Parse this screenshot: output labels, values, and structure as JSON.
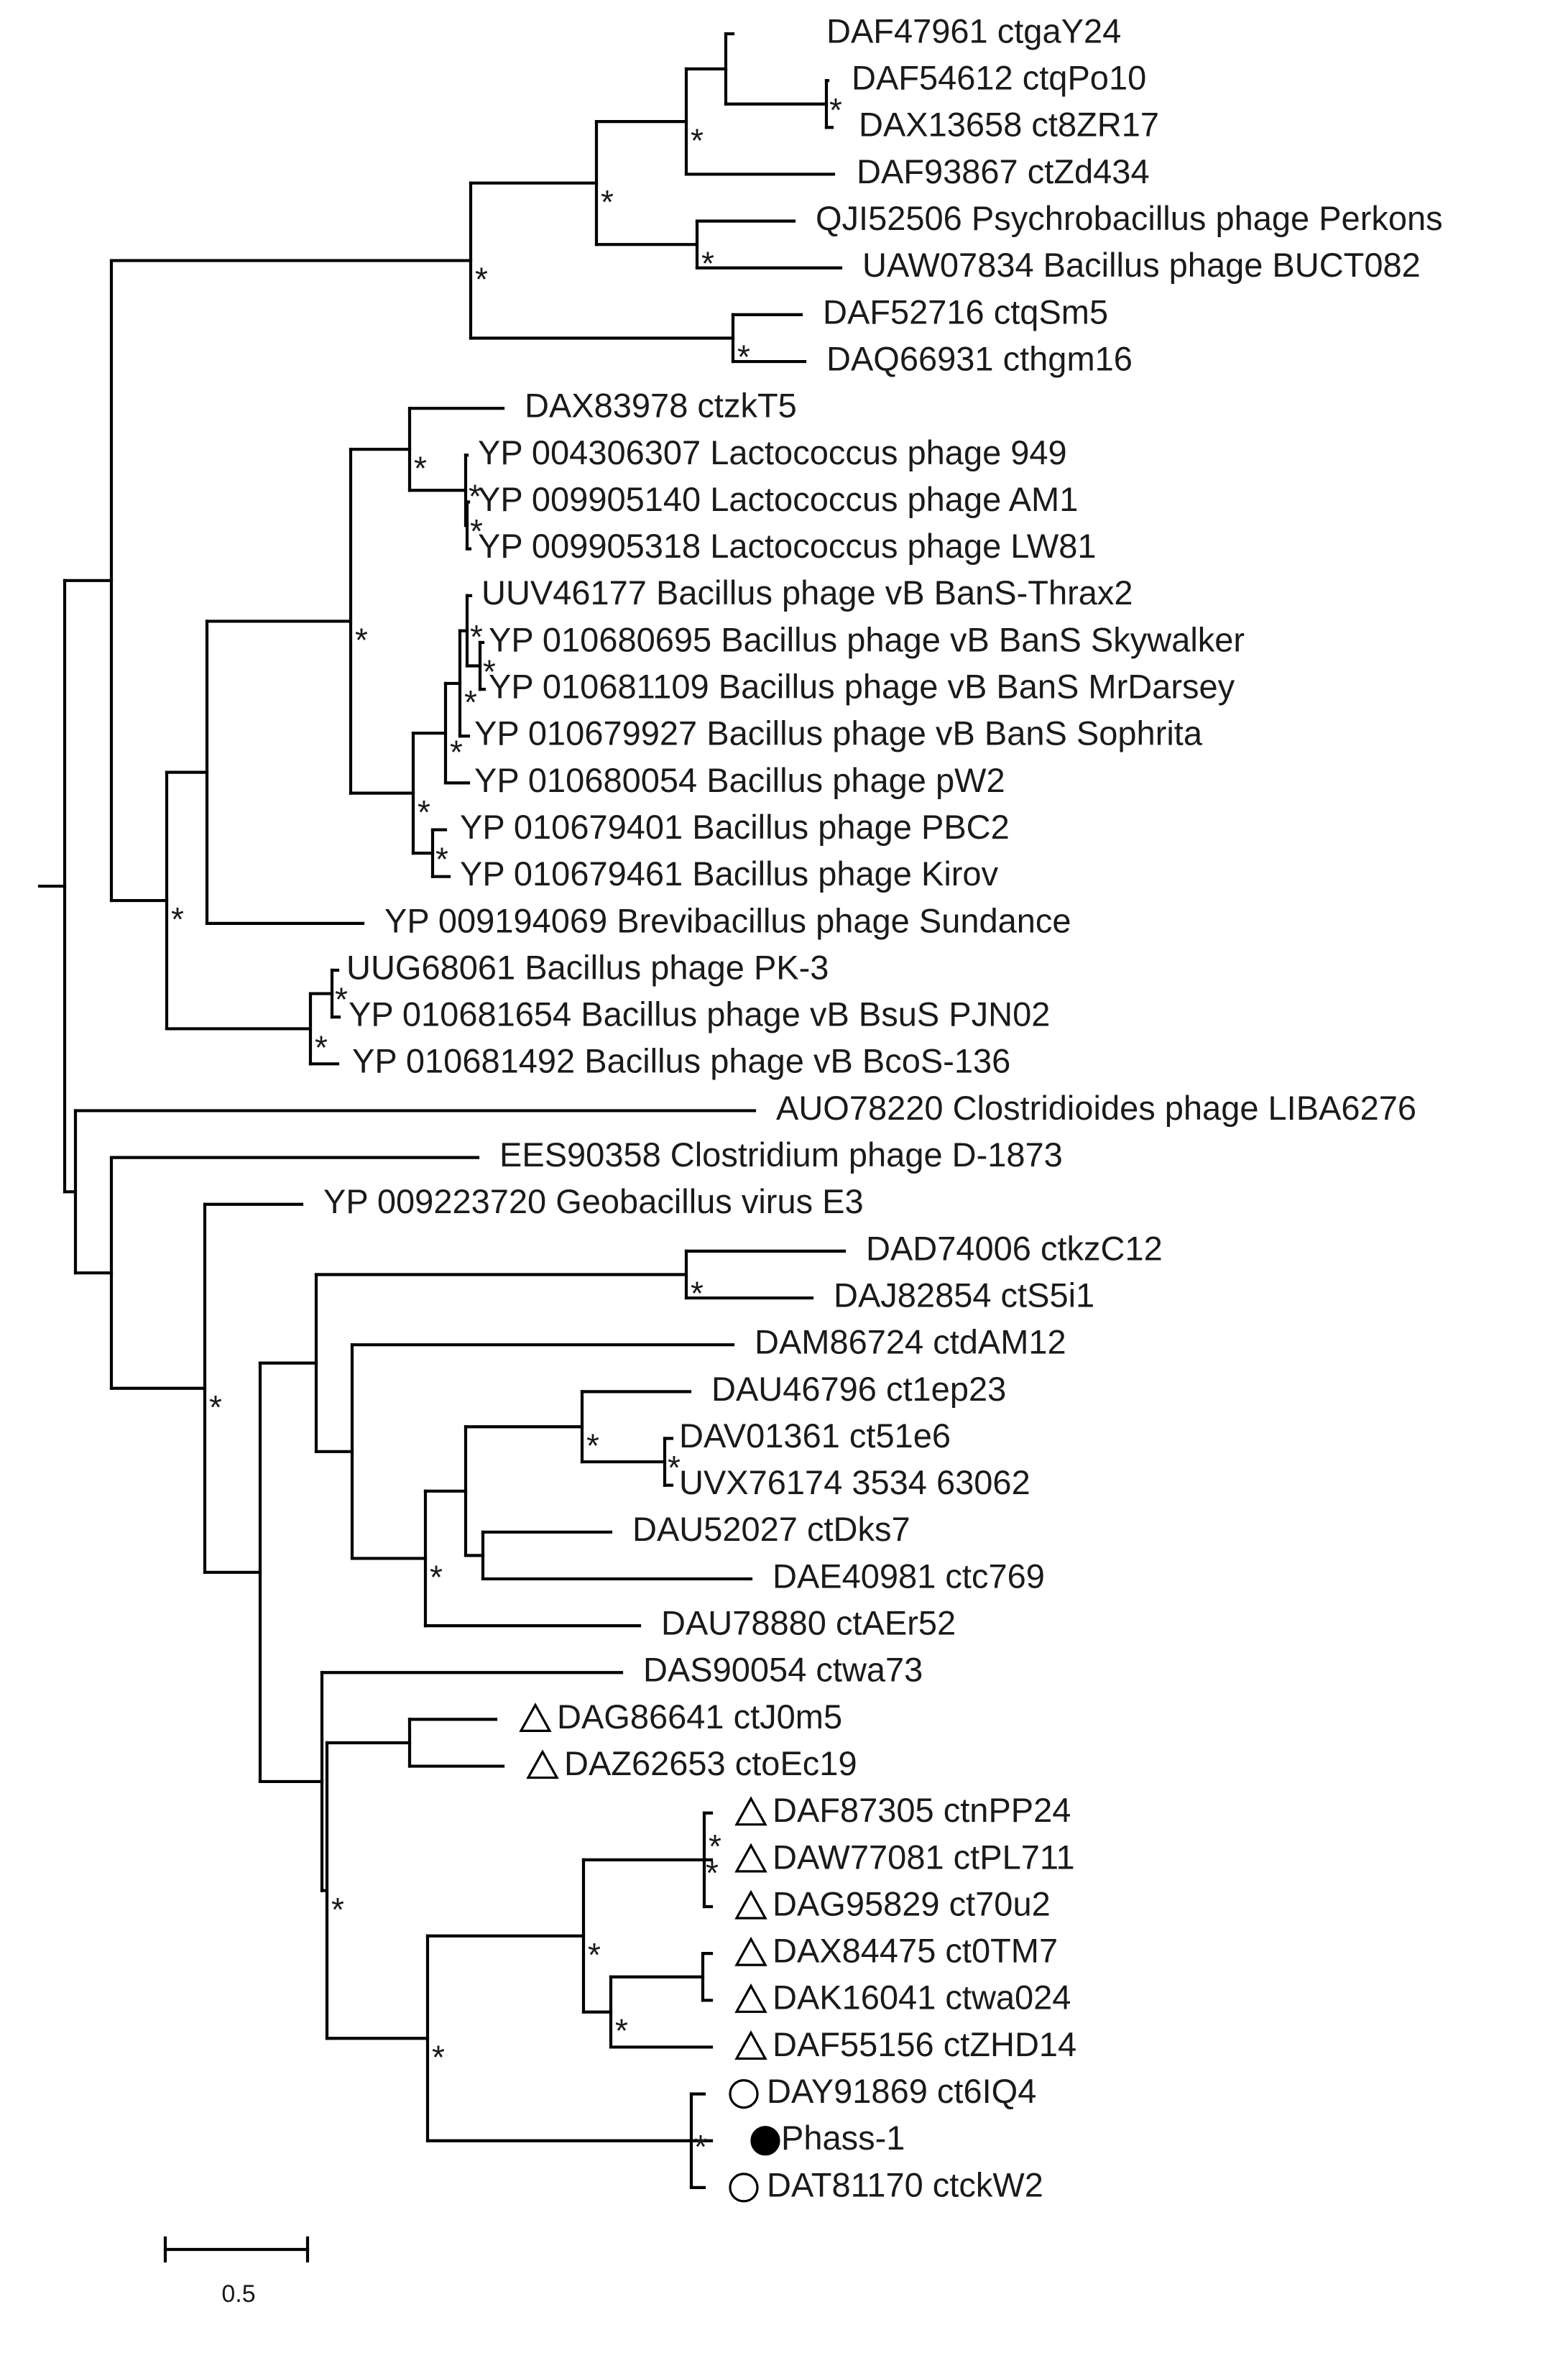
{
  "marker_colors": {
    "line": "#000000",
    "text": "#1a1a1a"
  },
  "taxa": {
    "t1": "DAF47961 ctgaY24",
    "t2": "DAF54612 ctqPo10",
    "t3": "DAX13658 ct8ZR17",
    "t4": "DAF93867 ctZd434",
    "t5": "QJI52506 Psychrobacillus phage Perkons",
    "t6": "UAW07834 Bacillus phage BUCT082",
    "t7": "DAF52716 ctqSm5",
    "t8": "DAQ66931 cthgm16",
    "t9": "DAX83978 ctzkT5",
    "t10": "YP 004306307 Lactococcus phage 949",
    "t11": "YP 009905140 Lactococcus phage AM1",
    "t12": "YP 009905318 Lactococcus phage LW81",
    "t13": "UUV46177 Bacillus phage vB BanS-Thrax2",
    "t14": "YP 010680695 Bacillus phage vB BanS Skywalker",
    "t15": "YP 010681109 Bacillus phage vB BanS MrDarsey",
    "t16": "YP 010679927 Bacillus phage vB BanS Sophrita",
    "t17": "YP 010680054 Bacillus phage pW2",
    "t18": "YP 010679401 Bacillus phage PBC2",
    "t19": "YP 010679461 Bacillus phage Kirov",
    "t20": "YP 009194069 Brevibacillus phage Sundance",
    "t21": "UUG68061 Bacillus phage PK-3",
    "t22": "YP 010681654 Bacillus phage vB BsuS PJN02",
    "t23": "YP 010681492 Bacillus phage vB BcoS-136",
    "t24": "AUO78220 Clostridioides phage LIBA6276",
    "t25": "EES90358 Clostridium phage D-1873",
    "t26": "YP 009223720 Geobacillus virus E3",
    "t27": "DAD74006 ctkzC12",
    "t28": "DAJ82854 ctS5i1",
    "t29": "DAM86724 ctdAM12",
    "t30": "DAU46796 ct1ep23",
    "t31": "DAV01361 ct51e6",
    "t32": "UVX76174 3534 63062",
    "t33": "DAU52027 ctDks7",
    "t34": "DAE40981 ctc769",
    "t35": "DAU78880 ctAEr52",
    "t36": "DAS90054 ctwa73",
    "t37": "DAG86641 ctJ0m5",
    "t38": "DAZ62653 ctoEc19",
    "t39": "DAF87305 ctnPP24",
    "t40": "DAW77081 ctPL711",
    "t41": "DAG95829 ct70u2",
    "t42": "DAX84475 ct0TM7",
    "t43": "DAK16041 ctwa024",
    "t44": "DAF55156 ctZHD14",
    "t45": "DAY91869 ct6IQ4",
    "t46": "Phass-1",
    "t47": "DAT81170 ctckW2"
  },
  "support_symbol": "*",
  "scale_bar_label": "0.5",
  "marker_legend": {
    "triangle": [
      "t37",
      "t38",
      "t39",
      "t40",
      "t41",
      "t42",
      "t43",
      "t44"
    ],
    "open_circle": [
      "t45",
      "t47"
    ],
    "filled_circle": [
      "t46"
    ]
  }
}
